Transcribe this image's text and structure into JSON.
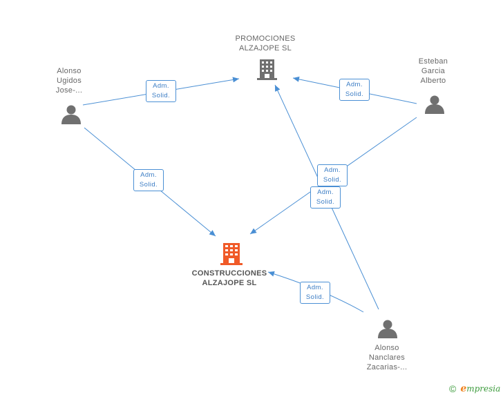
{
  "nodes": {
    "promociones": {
      "lines": [
        "PROMOCIONES",
        "ALZAJOPE SL"
      ]
    },
    "construcciones": {
      "lines": [
        "CONSTRUCCIONES",
        "ALZAJOPE SL"
      ]
    },
    "alonso_ugidos": {
      "lines": [
        "Alonso",
        "Ugidos",
        "Jose-..."
      ]
    },
    "esteban": {
      "lines": [
        "Esteban",
        "Garcia",
        "Alberto"
      ]
    },
    "alonso_nanclares": {
      "lines": [
        "Alonso",
        "Nanclares",
        "Zacarias-..."
      ]
    }
  },
  "edges": [
    {
      "line1": "Adm.",
      "line2": "Solid."
    },
    {
      "line1": "Adm.",
      "line2": "Solid."
    },
    {
      "line1": "Adm.",
      "line2": "Solid."
    },
    {
      "line1": "Adm.",
      "line2": "Solid."
    },
    {
      "line1": "Adm.",
      "line2": "Solid."
    },
    {
      "line1": "Adm.",
      "line2": "Solid."
    }
  ],
  "colors": {
    "edge": "#4a8fd4",
    "company_main": "#f05a28",
    "company": "#707070",
    "person": "#707070",
    "brand_green": "#3a9a3a",
    "brand_orange": "#f0821e"
  },
  "icons": {
    "company": "building-icon",
    "person": "person-icon"
  },
  "footer": {
    "copyright": "©",
    "brand_initial": "e",
    "brand_rest": "mpresia"
  }
}
